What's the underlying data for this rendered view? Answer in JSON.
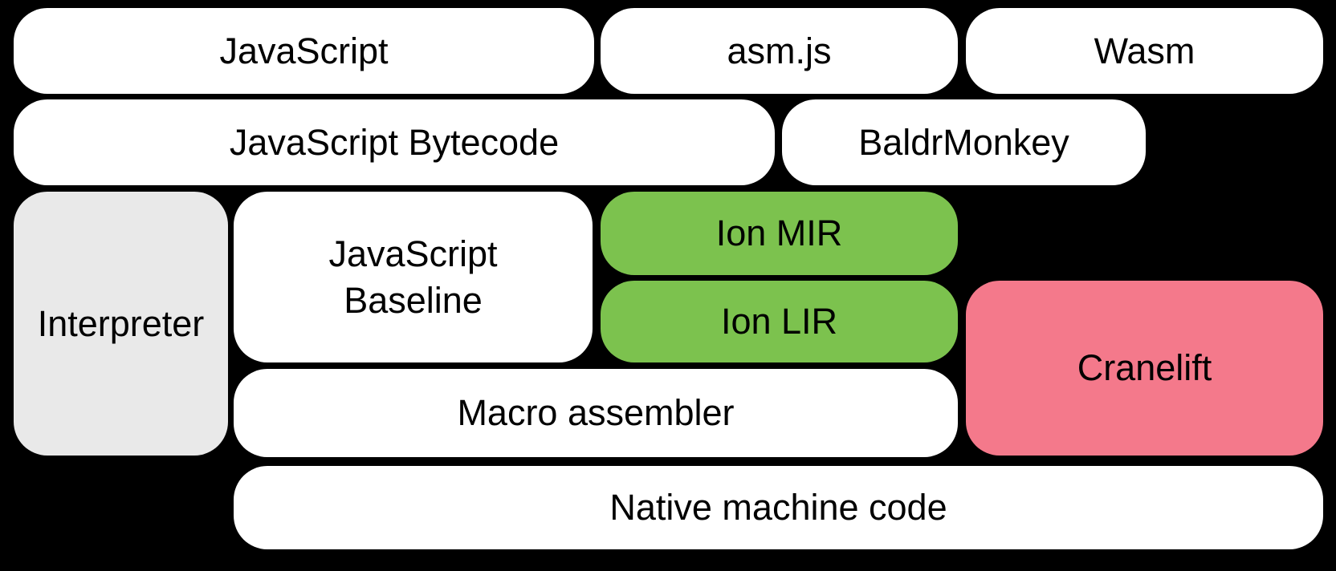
{
  "colors": {
    "background": "#000000",
    "box_white": "#ffffff",
    "box_gray": "#e9e9e9",
    "box_green": "#7cc24e",
    "box_pink": "#f4798b",
    "text": "#000000"
  },
  "diagram": {
    "boxes": [
      {
        "id": "javascript",
        "label": "JavaScript",
        "color": "#ffffff"
      },
      {
        "id": "asmjs",
        "label": "asm.js",
        "color": "#ffffff"
      },
      {
        "id": "wasm",
        "label": "Wasm",
        "color": "#ffffff"
      },
      {
        "id": "javascript-bytecode",
        "label": "JavaScript Bytecode",
        "color": "#ffffff"
      },
      {
        "id": "baldrmonkey",
        "label": "BaldrMonkey",
        "color": "#ffffff"
      },
      {
        "id": "interpreter",
        "label": "Interpreter",
        "color": "#e9e9e9"
      },
      {
        "id": "javascript-baseline",
        "label": "JavaScript\nBaseline",
        "color": "#ffffff"
      },
      {
        "id": "ion-mir",
        "label": "Ion MIR",
        "color": "#7cc24e"
      },
      {
        "id": "ion-lir",
        "label": "Ion LIR",
        "color": "#7cc24e"
      },
      {
        "id": "cranelift",
        "label": "Cranelift",
        "color": "#f4798b"
      },
      {
        "id": "macro-assembler",
        "label": "Macro assembler",
        "color": "#ffffff"
      },
      {
        "id": "native-machine-code",
        "label": "Native machine code",
        "color": "#ffffff"
      }
    ]
  }
}
